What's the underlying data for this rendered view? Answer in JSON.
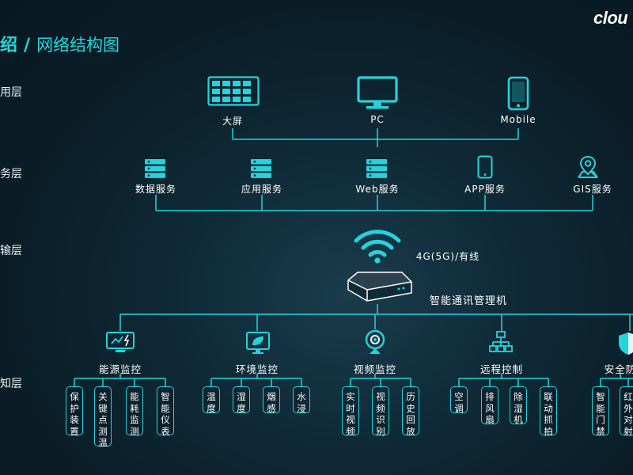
{
  "header": {
    "title_lead": "绍",
    "title_slash": "/",
    "title_sub": "网络结构图",
    "logo_text": "clou"
  },
  "layers": [
    "用层",
    "务层",
    "输层",
    "知层"
  ],
  "devices": [
    {
      "icon": "screen-icon",
      "label": "大屏"
    },
    {
      "icon": "monitor-icon",
      "label": "PC"
    },
    {
      "icon": "phone-icon",
      "label": "Mobile"
    }
  ],
  "services": [
    {
      "icon": "server-icon",
      "label": "数据服务"
    },
    {
      "icon": "server-icon",
      "label": "应用服务"
    },
    {
      "icon": "server-icon",
      "label": "Web服务"
    },
    {
      "icon": "phone-icon",
      "label": "APP服务"
    },
    {
      "icon": "location-pin-icon",
      "label": "GIS服务"
    }
  ],
  "network": {
    "link_label": "4G(5G)/有线",
    "hub_label": "智能通讯管理机"
  },
  "categories": [
    {
      "icon": "energy-monitor-icon",
      "label": "能源监控",
      "items": [
        "保护装置",
        "关键点测温",
        "能耗监测",
        "智能仪表"
      ]
    },
    {
      "icon": "environment-monitor-icon",
      "label": "环境监控",
      "items": [
        "温度",
        "湿度",
        "烟感",
        "水浸"
      ]
    },
    {
      "icon": "camera-icon",
      "label": "视频监控",
      "items": [
        "实时视频",
        "视频识别",
        "历史回放"
      ]
    },
    {
      "icon": "network-tree-icon",
      "label": "远程控制",
      "items": [
        "空调",
        "排风扇",
        "除湿机",
        "联动抓拍"
      ]
    },
    {
      "icon": "shield-icon",
      "label": "安全防",
      "items": [
        "智能门禁",
        "红外对射"
      ]
    }
  ],
  "colors": {
    "accent": "#21d9e0",
    "line": "#25d3dc",
    "background": "#0f2a37"
  }
}
